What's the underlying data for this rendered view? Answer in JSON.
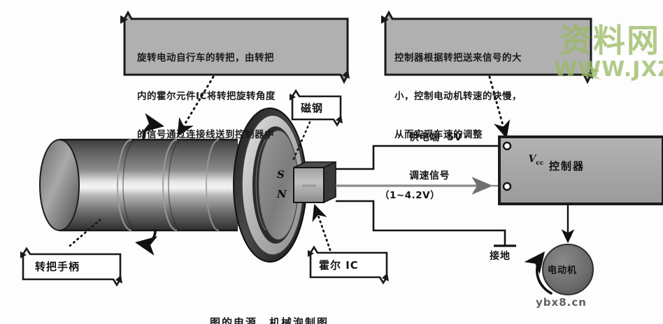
{
  "diagram": {
    "caption": "图的电源、机械泡制图",
    "callouts": [
      {
        "id": "callout-throttle",
        "lines": [
          "旋转电动自行车的转把，由转把",
          "内的霍尔元件IC将转把旋转角度",
          "的信号通过连接线送到控制器中"
        ]
      },
      {
        "id": "callout-controller",
        "lines": [
          "控制器根据转把送来信号的大",
          "小，控制电动机转速的快慢，",
          "从而实现车速的调整"
        ]
      }
    ],
    "labels": {
      "magnet": "磁钢",
      "hall_ic": "霍尔 IC",
      "grip": "转把手柄",
      "controller": "控制器",
      "motor": "电动机",
      "ground": "接地",
      "vcc": "V",
      "vcc_sub": "cc"
    },
    "poles": {
      "south": "S",
      "north": "N"
    },
    "wires": {
      "supply": "供电端  5V",
      "signal": "调速信号",
      "signal_range": "（1~4.2V）"
    },
    "watermarks": {
      "green_top": "资料网",
      "green_url": "WWW.JXZLW.C",
      "bottom_right": "ybx8.cn"
    },
    "colors": {
      "callout_fill": "#b0b0b0",
      "callout_stroke": "#1a1a1a",
      "controller_fill": "#a8a8a8",
      "controller_stroke": "#1c1c1c",
      "motor_fill": "#6f6f6f",
      "magnet_outer": "#2a2a2a",
      "magnet_mid": "#cdcdcd",
      "magnet_inner": "#8f8f8f",
      "wire_stroke": "#111111",
      "signal_stroke": "#777777",
      "watermark_green": "#9aba63",
      "page_bg": "#fdfdfd"
    }
  }
}
